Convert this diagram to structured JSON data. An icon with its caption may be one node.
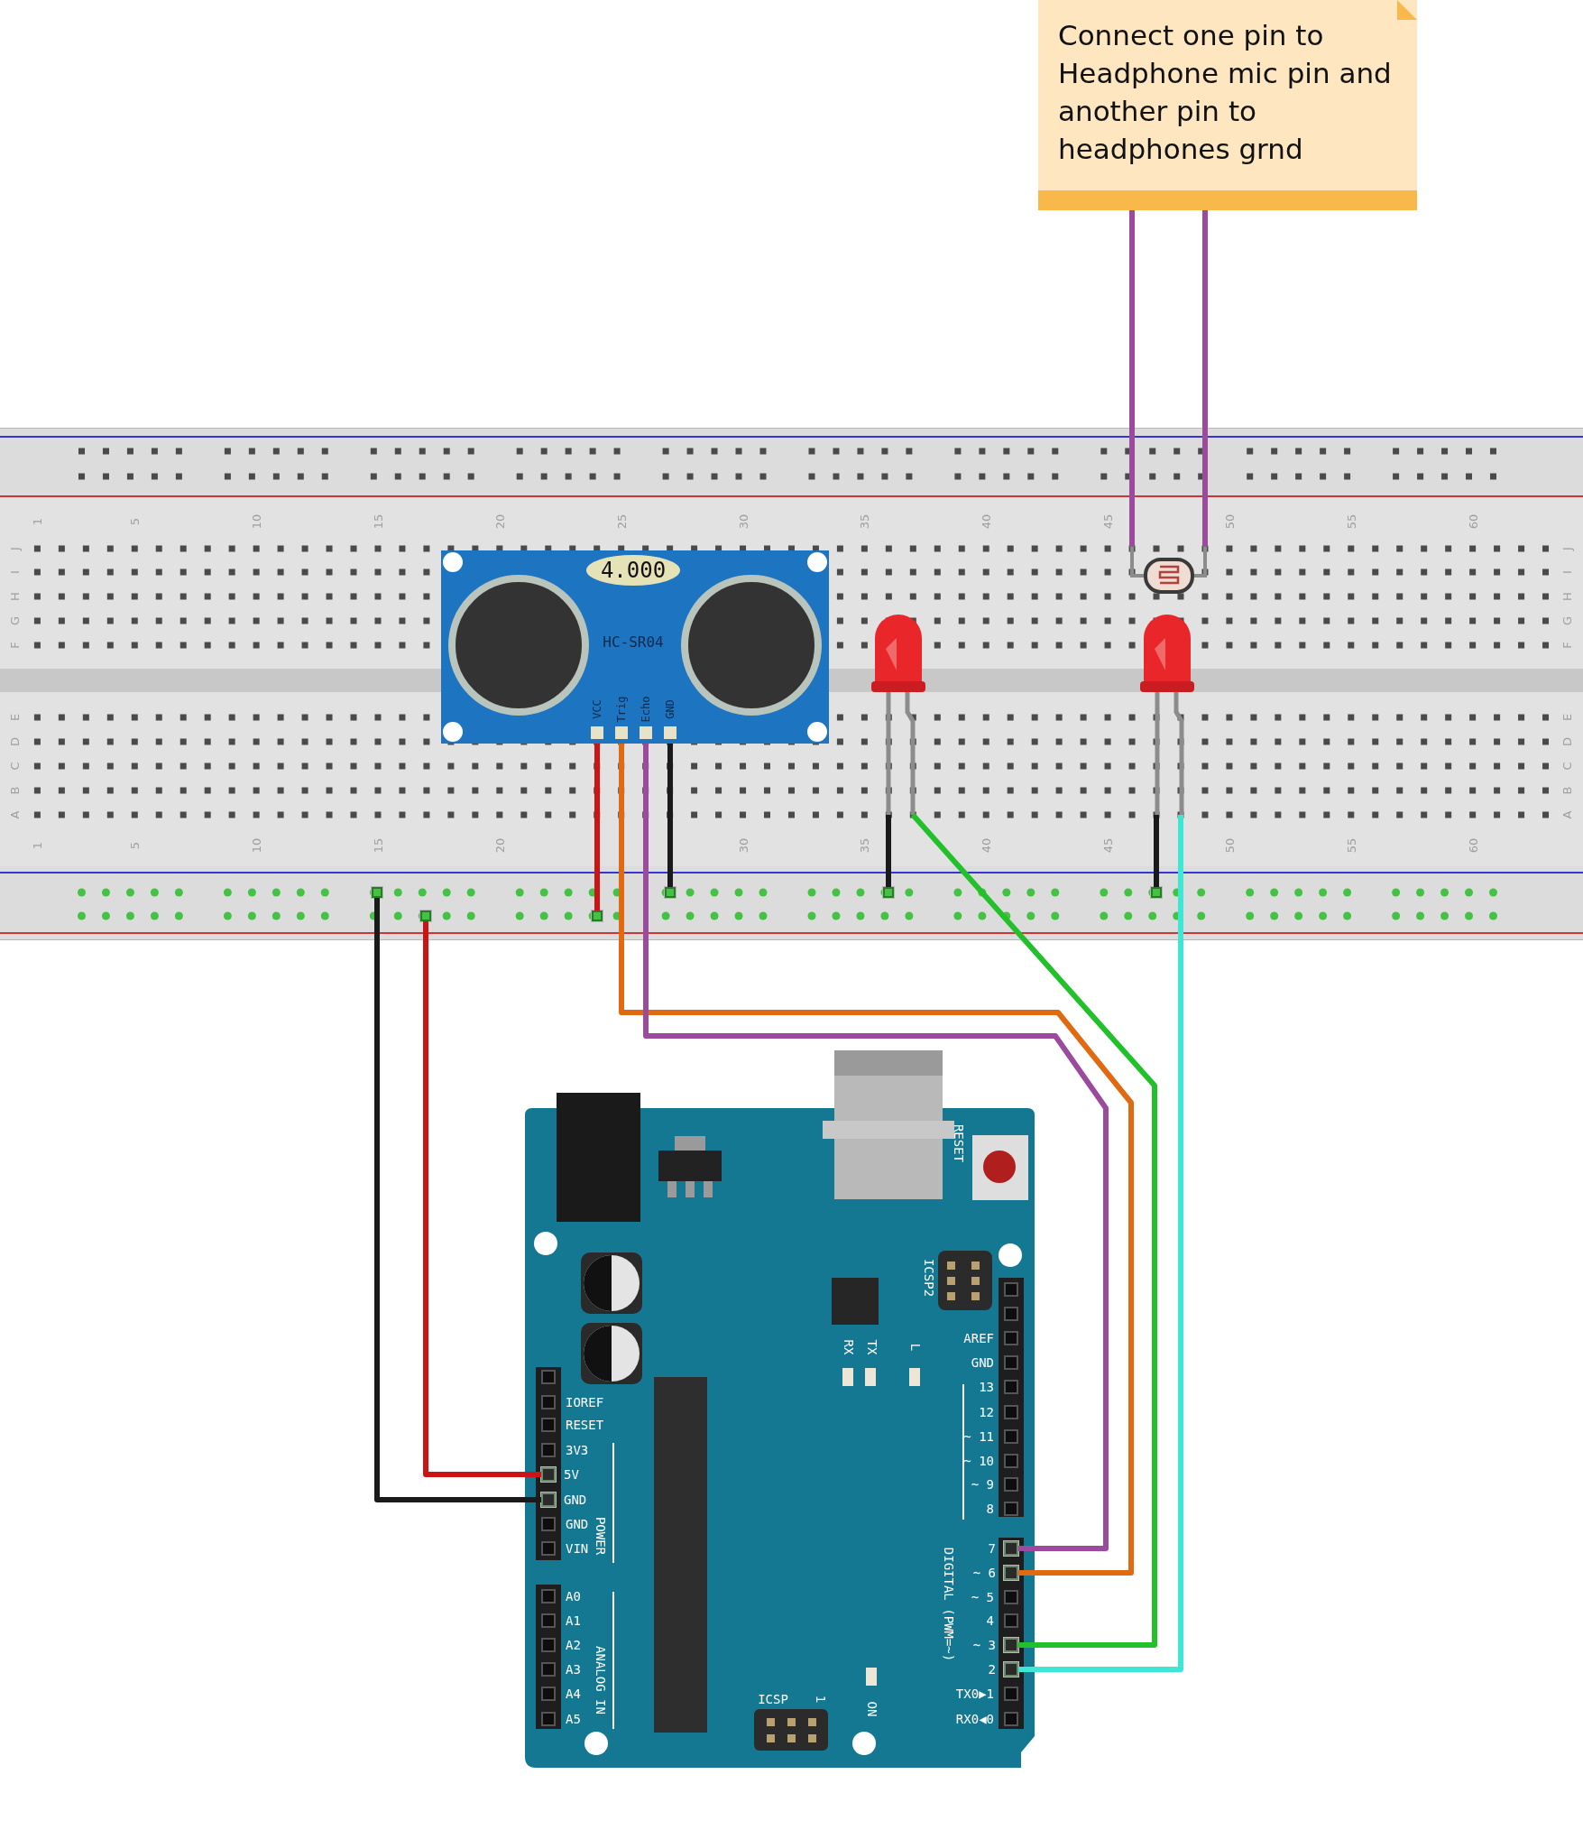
{
  "diagram": {
    "nodes": [
      {
        "text": [
          "Connect one pin to Headphone mic pin and another pin to headphones grnd"
        ]
      },
      {
        "text": [],
        "shape": "box"
      },
      {
        "text": [
          "4.000",
          "HC-SR04",
          "VCC",
          "Trig",
          "Echo",
          "GND"
        ],
        "in": 1
      },
      {
        "text": [],
        "shape": "picture",
        "in": 1
      },
      {
        "text": [],
        "shape": "picture",
        "in": 1
      },
      {
        "text": [],
        "shape": "picture",
        "in": 1
      },
      {
        "text": [],
        "shape": "box",
        "in": 1
      },
      {
        "text": [],
        "shape": "box",
        "in": 1
      },
      {
        "text": [],
        "shape": "box",
        "in": 1
      },
      {
        "text": [],
        "shape": "box",
        "in": 1
      },
      {
        "text": [],
        "shape": "box",
        "in": 1
      },
      {
        "text": [],
        "shape": "box",
        "in": 1
      },
      {
        "text": [
          "RESET",
          "ICSP2",
          "RX",
          "TX",
          "L",
          "AREF",
          "GND",
          "13",
          "12",
          "~ 11",
          "~ 10",
          "~ 9",
          "8",
          "~ 5",
          "4",
          "TX0▶1",
          "RX0◀0",
          "DIGITAL (PWM=~)",
          "IOREF",
          "RESET",
          "3V3",
          "GND",
          "VIN",
          "POWER",
          "A0",
          "A1",
          "A2",
          "A3",
          "A4",
          "A5",
          "ANALOG IN",
          "ICSP",
          "1",
          "ON"
        ]
      },
      {
        "text": [],
        "shape": "box",
        "beside": [
          "5V"
        ],
        "in": 12
      },
      {
        "text": [],
        "shape": "box",
        "beside": [
          "GND"
        ],
        "in": 12
      },
      {
        "text": [],
        "shape": "box",
        "beside": [
          "7"
        ],
        "in": 12
      },
      {
        "text": [],
        "shape": "box",
        "beside": [
          "~ 6"
        ],
        "in": 12
      },
      {
        "text": [],
        "shape": "box",
        "beside": [
          "~ 3"
        ],
        "in": 12
      },
      {
        "text": [],
        "shape": "box",
        "beside": [
          "2"
        ],
        "in": 12
      }
    ],
    "edges": [
      {
        "from": 0,
        "to": 4,
        "arrow": "none",
        "color": "#9b4a9e"
      },
      {
        "from": 0,
        "to": 4,
        "arrow": "none",
        "color": "#9b4a9e"
      },
      {
        "from": 2,
        "to": 11,
        "arrow": "none",
        "color": "#cc1414"
      },
      {
        "from": 2,
        "to": 16,
        "arrow": "none",
        "color": "#e06a12"
      },
      {
        "from": 2,
        "to": 15,
        "arrow": "none",
        "color": "#9b4a9e"
      },
      {
        "from": 2,
        "to": 7,
        "arrow": "none",
        "color": "#1a1a1a"
      },
      {
        "from": 3,
        "to": 8,
        "arrow": "none",
        "color": "#1a1a1a"
      },
      {
        "from": 3,
        "to": 17,
        "arrow": "none",
        "color": "#22c02a"
      },
      {
        "from": 5,
        "to": 9,
        "arrow": "none",
        "color": "#1a1a1a"
      },
      {
        "from": 5,
        "to": 18,
        "arrow": "none",
        "color": "#3ee6d6"
      },
      {
        "from": 10,
        "to": 13,
        "arrow": "none",
        "color": "#cc1414"
      },
      {
        "from": 6,
        "to": 14,
        "arrow": "none",
        "color": "#1a1a1a"
      }
    ],
    "labels": [
      "1",
      "5",
      "10",
      "15",
      "20",
      "25",
      "30",
      "35",
      "40",
      "45",
      "50",
      "55",
      "60",
      "J",
      "J",
      "I",
      "I",
      "H",
      "H",
      "G",
      "G",
      "F",
      "F",
      "E",
      "E",
      "D",
      "D",
      "C",
      "C",
      "B",
      "B",
      "A",
      "A",
      "1",
      "5",
      "10",
      "15",
      "20",
      "30",
      "35",
      "40",
      "45",
      "50",
      "55",
      "60"
    ]
  }
}
